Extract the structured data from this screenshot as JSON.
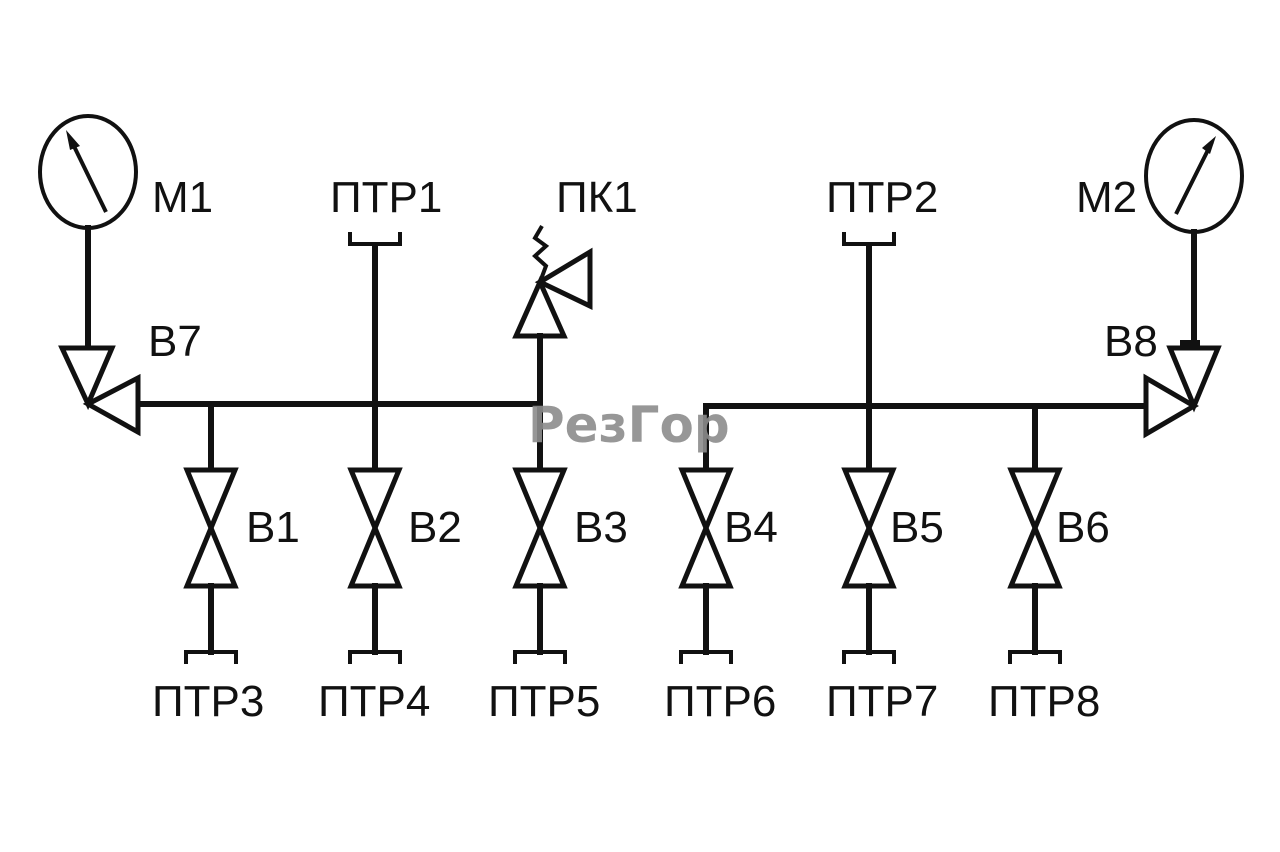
{
  "diagram": {
    "gauges": {
      "m1": "М1",
      "m2": "М2"
    },
    "fittings": {
      "ptr1": "ПТР1",
      "ptr2": "ПТР2",
      "ptr3": "ПТР3",
      "ptr4": "ПТР4",
      "ptr5": "ПТР5",
      "ptr6": "ПТР6",
      "ptr7": "ПТР7",
      "ptr8": "ПТР8"
    },
    "relief_valve": "ПК1",
    "valves": {
      "b1": "В1",
      "b2": "В2",
      "b3": "В3",
      "b4": "В4",
      "b5": "В5",
      "b6": "В6",
      "b7": "В7",
      "b8": "В8"
    }
  },
  "watermark": "РезГор"
}
